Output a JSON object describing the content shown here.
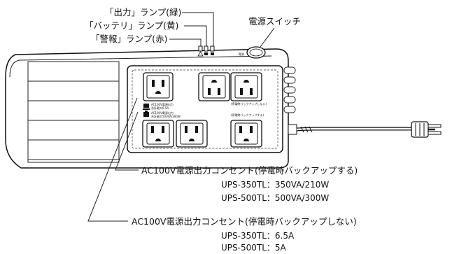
{
  "lamps": {
    "output": "「出力」ランプ(緑)",
    "battery": "「バッテリ」ランプ(黄)",
    "warning": "「警報」ランプ(赤)"
  },
  "power_switch": "電源スイッチ",
  "device": {
    "switch_mark": "電源",
    "upper_label_line1": "AC100V電源出力",
    "upper_label_line2": "合計最大6.5A",
    "lower_label_line1": "AC100V電源出力",
    "lower_label_line2": "合計最大500VA/300W",
    "no_backup_tag": "(停電時バックアップしない)",
    "backup_tag": "(停電時バックアップする)"
  },
  "callouts": {
    "backup": {
      "title": "AC100V電源出力コンセント(停電時バックアップする)",
      "lines": [
        "UPS-350TL：350VA/210W",
        "UPS-500TL：500VA/300W"
      ]
    },
    "no_backup": {
      "title": "AC100V電源出力コンセント(停電時バックアップしない)",
      "lines": [
        "UPS-350TL：6.5A",
        "UPS-500TL：5A"
      ]
    }
  }
}
